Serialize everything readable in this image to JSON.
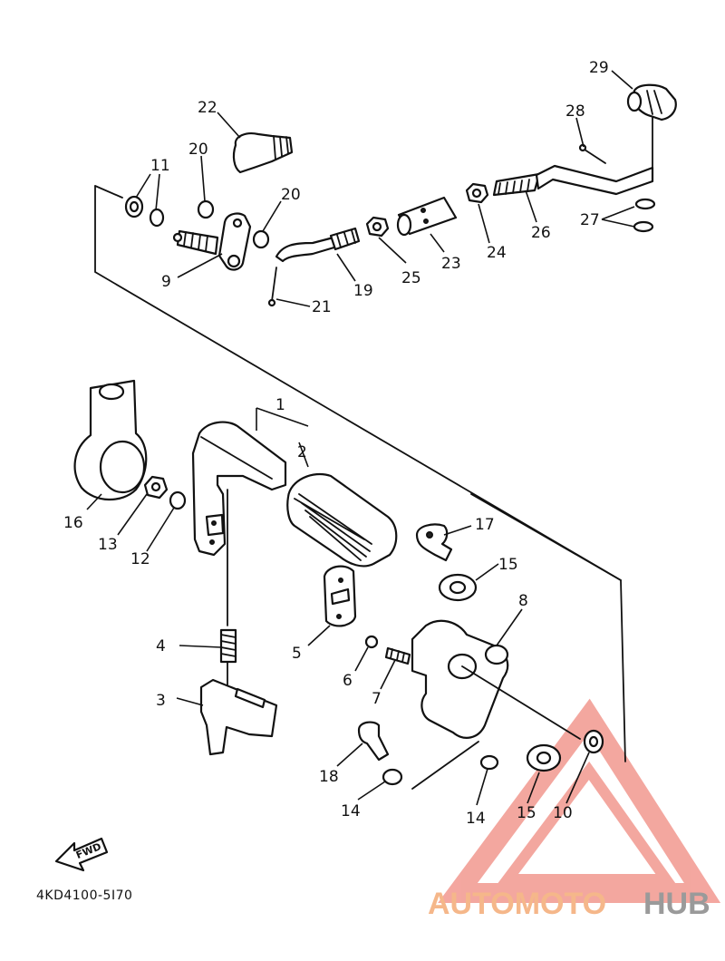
{
  "diagram": {
    "part_code": "4KD4100-5I70",
    "fwd_label": "FWD",
    "callouts": [
      "29",
      "28",
      "22",
      "20",
      "11",
      "20",
      "27",
      "26",
      "24",
      "23",
      "25",
      "19",
      "21",
      "9",
      "1",
      "2",
      "16",
      "13",
      "12",
      "17",
      "15",
      "8",
      "5",
      "4",
      "6",
      "7",
      "3",
      "18",
      "14",
      "14",
      "15",
      "10"
    ]
  },
  "watermark": {
    "brand_part1": "AUTOMOTO",
    "brand_part2": "HUB",
    "triangle_color": "#f08a80",
    "part1_color": "#f5b78a",
    "part2_color": "#9a9a9a"
  }
}
